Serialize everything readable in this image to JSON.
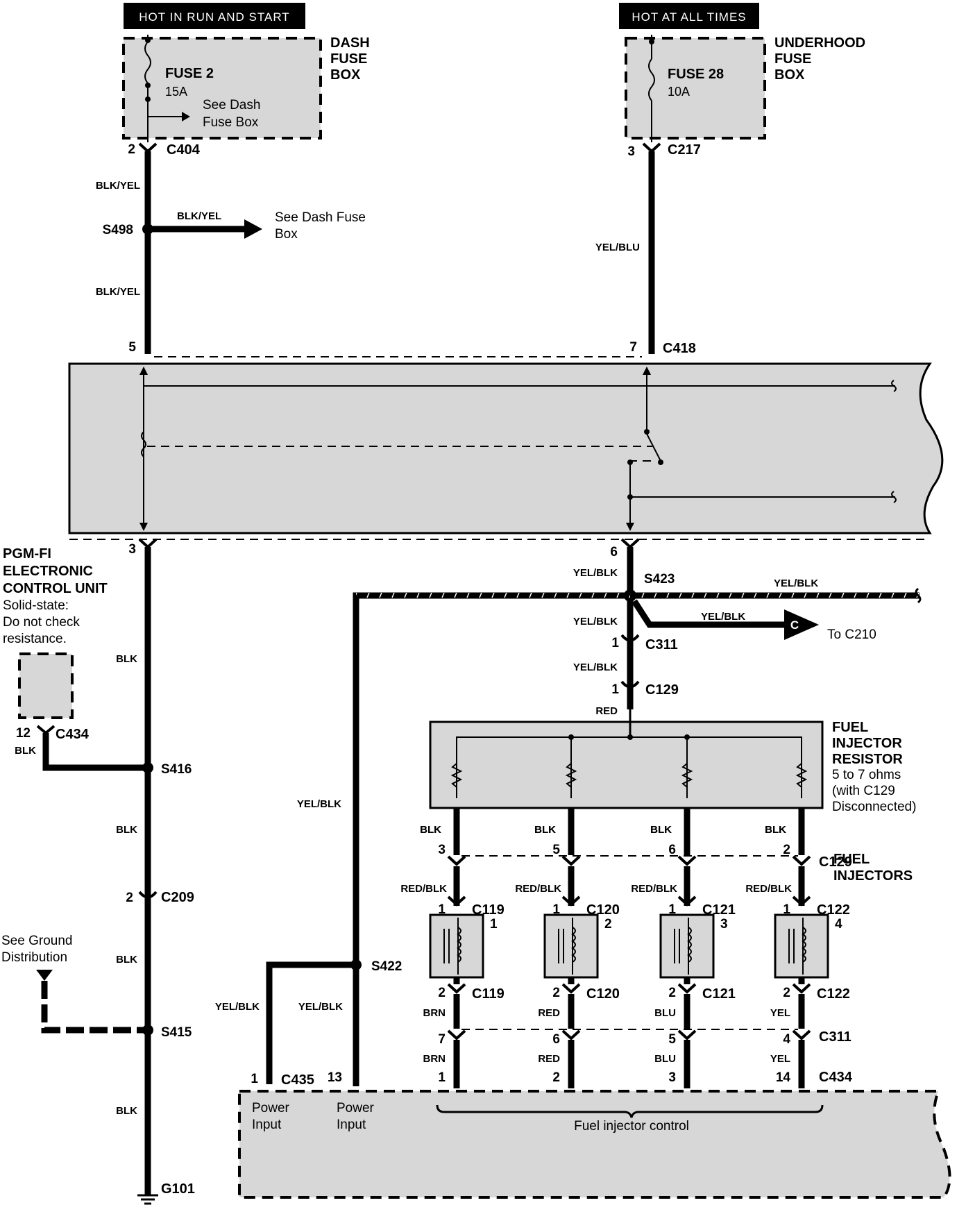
{
  "top_labels": {
    "left": "HOT IN RUN AND START",
    "right": "HOT AT ALL TIMES"
  },
  "dash_box": {
    "name_lines": [
      "DASH",
      "FUSE",
      "BOX"
    ],
    "fuse": "FUSE 2",
    "amps": "15A",
    "see_lines": [
      "See Dash",
      "Fuse Box"
    ]
  },
  "underhood_box": {
    "name_lines": [
      "UNDERHOOD",
      "FUSE",
      "BOX"
    ],
    "fuse": "FUSE 28",
    "amps": "10A"
  },
  "connectors": {
    "c404": "C404",
    "c404_pin": "2",
    "c217": "C217",
    "c217_pin": "3",
    "c418": "C418",
    "c418_pin_left": "5",
    "c418_pin_right": "7",
    "ecu_pin_left": "3",
    "ecu_pin_right": "6",
    "c311_top": "C311",
    "c311_top_pin": "1",
    "c129_top": "C129",
    "c129_top_pin": "1",
    "c434_left": "C434",
    "c434_left_pin": "12",
    "c209": "C209",
    "c209_pin": "2",
    "c435": "C435",
    "c435_pin": "1",
    "c434_pin13": "13",
    "c129_row": "C129",
    "c311_row": "C311",
    "c434_row": "C434"
  },
  "splices": {
    "s498": "S498",
    "s423": "S423",
    "s416": "S416",
    "s415": "S415",
    "s422": "S422",
    "g101": "G101"
  },
  "wires": {
    "blk_yel": "BLK/YEL",
    "yel_blu": "YEL/BLU",
    "yel_blk": "YEL/BLK",
    "blk": "BLK",
    "red": "RED",
    "red_blk": "RED/BLK",
    "brn": "BRN",
    "blu": "BLU",
    "yel": "YEL"
  },
  "see_dash_fuse_box_lines": [
    "See Dash Fuse",
    "Box"
  ],
  "pgm_fi": {
    "title_lines": [
      "PGM-FI",
      "ELECTRONIC",
      "CONTROL UNIT"
    ],
    "note_lines": [
      "Solid-state:",
      "Do not check",
      "resistance."
    ]
  },
  "to_c210": {
    "letter": "C",
    "text": "To C210"
  },
  "resistor": {
    "title_lines": [
      "FUEL",
      "INJECTOR",
      "RESISTOR"
    ],
    "note_lines": [
      "5 to 7 ohms",
      "(with C129",
      "Disconnected)"
    ]
  },
  "injectors_title_lines": [
    "FUEL",
    "INJECTORS"
  ],
  "ground_note_lines": [
    "See Ground",
    "Distribution"
  ],
  "injectors": [
    {
      "num": "1",
      "conn": "C119",
      "c129_pin": "3",
      "c311_pin": "7",
      "c434_pin": "1",
      "out_wire": "BRN"
    },
    {
      "num": "2",
      "conn": "C120",
      "c129_pin": "5",
      "c311_pin": "6",
      "c434_pin": "2",
      "out_wire": "RED"
    },
    {
      "num": "3",
      "conn": "C121",
      "c129_pin": "6",
      "c311_pin": "5",
      "c434_pin": "3",
      "out_wire": "BLU"
    },
    {
      "num": "4",
      "conn": "C122",
      "c129_pin": "2",
      "c311_pin": "4",
      "c434_pin": "14",
      "out_wire": "YEL"
    }
  ],
  "injector_pin_in": "1",
  "injector_pin_out": "2",
  "ecu_bottom": {
    "power_input_lines": [
      "Power",
      "Input"
    ],
    "fuel_control": "Fuel injector control"
  }
}
